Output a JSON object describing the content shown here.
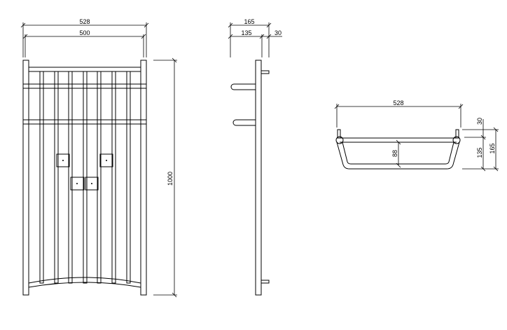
{
  "front_view": {
    "width_outer": "528",
    "width_inner": "500",
    "height": "1000"
  },
  "side_view": {
    "depth_total": "165",
    "depth_hook": "135",
    "depth_wall": "30"
  },
  "top_view": {
    "width": "528",
    "depth_inner": "88",
    "offset": "30",
    "depth_hook": "135",
    "depth_total": "165"
  },
  "colors": {
    "line": "#000000",
    "background": "#ffffff"
  }
}
